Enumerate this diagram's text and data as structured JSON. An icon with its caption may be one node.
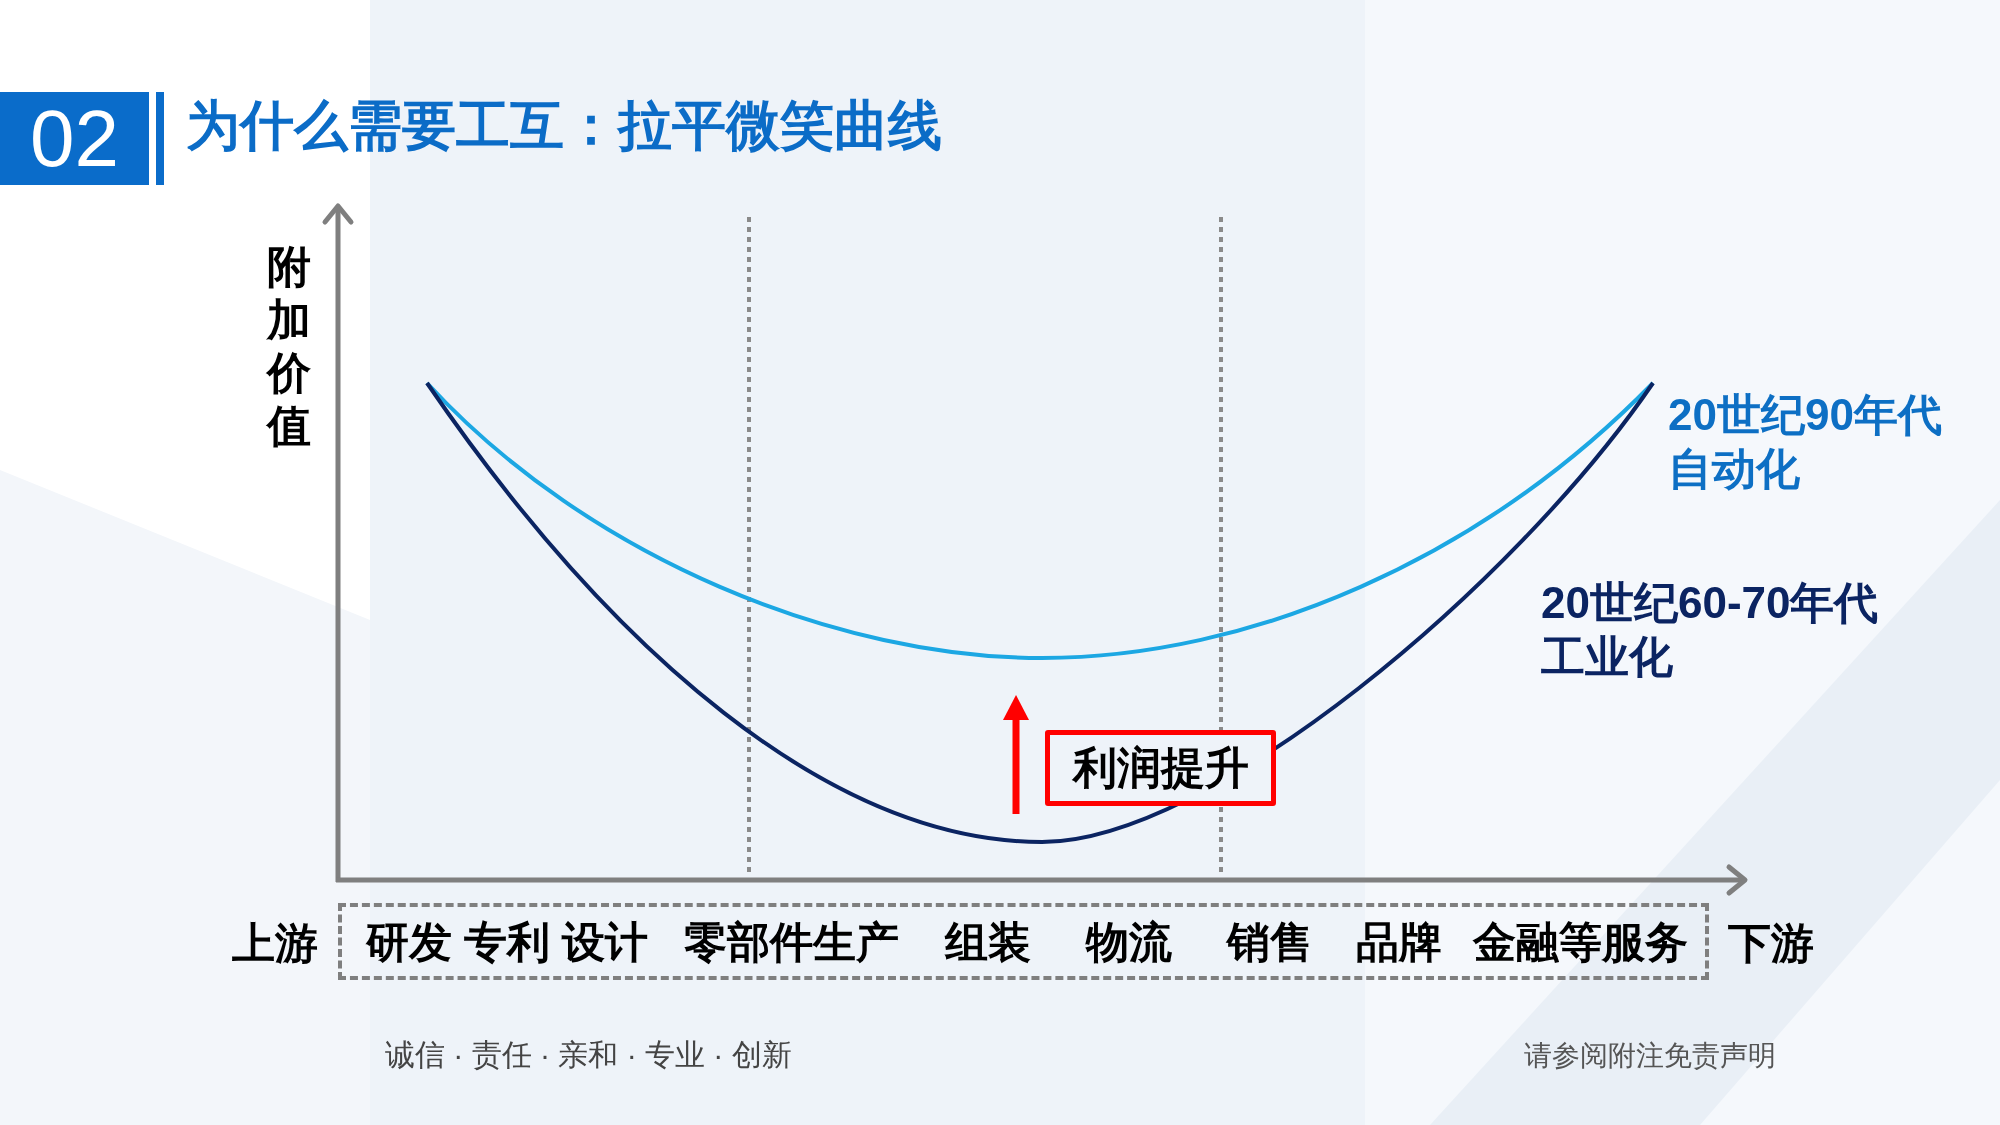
{
  "diagram": {
    "title": "为什么需要工互：拉平微笑曲线",
    "nodes": [
      {
        "text": [
          "利润提升"
        ]
      },
      {
        "text": [
          "研发 专利 设计",
          "零部件生产",
          "组装",
          "物流",
          "销售",
          "品牌",
          "金融等服务"
        ]
      }
    ],
    "labels": [
      "02",
      "附加价值",
      "20世纪90年代自动化",
      "20世纪60-70年代工业化",
      "上游",
      "下游",
      "诚信 · 责任 · 亲和 · 专业 · 创新",
      "请参阅附注免责声明"
    ]
  }
}
